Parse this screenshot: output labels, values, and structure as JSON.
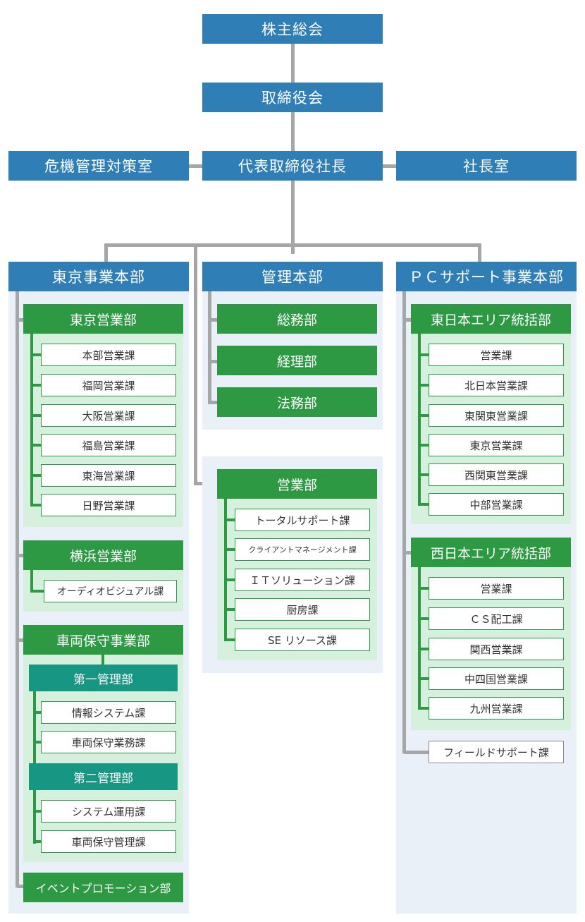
{
  "top": {
    "shareholders": "株主総会",
    "board": "取締役会",
    "president": "代表取締役社長",
    "crisis_office": "危機管理対策室",
    "president_office": "社長室"
  },
  "tokyo_hq": {
    "title": "東京事業本部",
    "sales_dept": {
      "title": "東京営業部",
      "sections": [
        "本部営業課",
        "福岡営業課",
        "大阪営業課",
        "福島営業課",
        "東海営業課",
        "日野営業課"
      ]
    },
    "yokohama_dept": {
      "title": "横浜営業部",
      "sections": [
        "オーディオビジュアル課"
      ]
    },
    "vehicle_dept": {
      "title": "車両保守事業部",
      "first_div": {
        "title": "第一管理部",
        "sections": [
          "情報システム課",
          "車両保守業務課"
        ]
      },
      "second_div": {
        "title": "第二管理部",
        "sections": [
          "システム運用課",
          "車両保守管理課"
        ]
      }
    },
    "event_dept": "イベントプロモーション部"
  },
  "admin_hq": {
    "title": "管理本部",
    "depts": [
      "総務部",
      "経理部",
      "法務部"
    ]
  },
  "sales_division": {
    "title": "営業部",
    "sections": [
      "トータルサポート課",
      "クライアントマネージメント課",
      "ＩＴソリューション課",
      "厨房課",
      "SE リソース課"
    ]
  },
  "pc_hq": {
    "title": "ＰＣサポート事業本部",
    "east": {
      "title": "東日本エリア統括部",
      "sections": [
        "営業課",
        "北日本営業課",
        "東関東営業課",
        "東京営業課",
        "西関東営業課",
        "中部営業課"
      ]
    },
    "west": {
      "title": "西日本エリア統括部",
      "sections": [
        "営業課",
        "ＣＳ配工課",
        "関西営業課",
        "中四国営業課",
        "九州営業課"
      ]
    },
    "field_support": "フィールドサポート課"
  },
  "colors": {
    "blue": "#2f7fb6",
    "green": "#2d9a43",
    "teal": "#179683",
    "panel": "#e9f0f8",
    "green_panel": "#d5f0dd",
    "line": "#a6a6a6"
  }
}
